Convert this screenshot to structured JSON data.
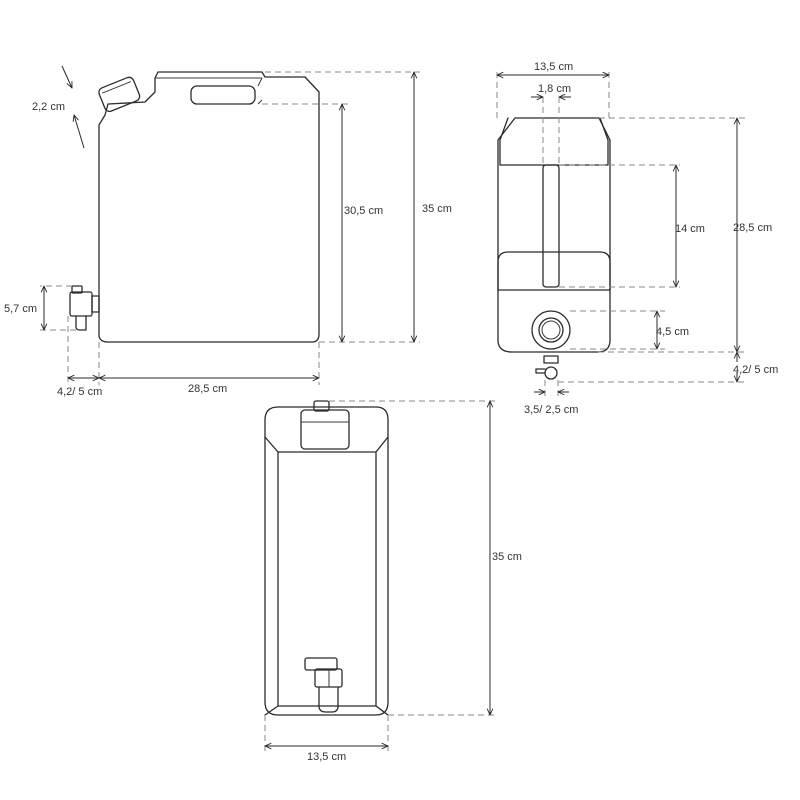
{
  "dimensions": {
    "side_cap_thickness": "2,2 cm",
    "side_inner_height": "30,5 cm",
    "side_total_height": "35 cm",
    "side_tap_height": "5,7 cm",
    "side_tap_depth": "4,2/ 5 cm",
    "side_width": "28,5 cm",
    "end_width": "13,5 cm",
    "end_handle_width": "1,8 cm",
    "end_recess_height": "14 cm",
    "end_body_height": "28,5 cm",
    "end_tap_diameter": "4,5 cm",
    "end_tap_depth": "4,2/ 5 cm",
    "end_tap_width": "3,5/ 2,5 cm",
    "front_height": "35 cm",
    "front_width": "13,5 cm"
  }
}
